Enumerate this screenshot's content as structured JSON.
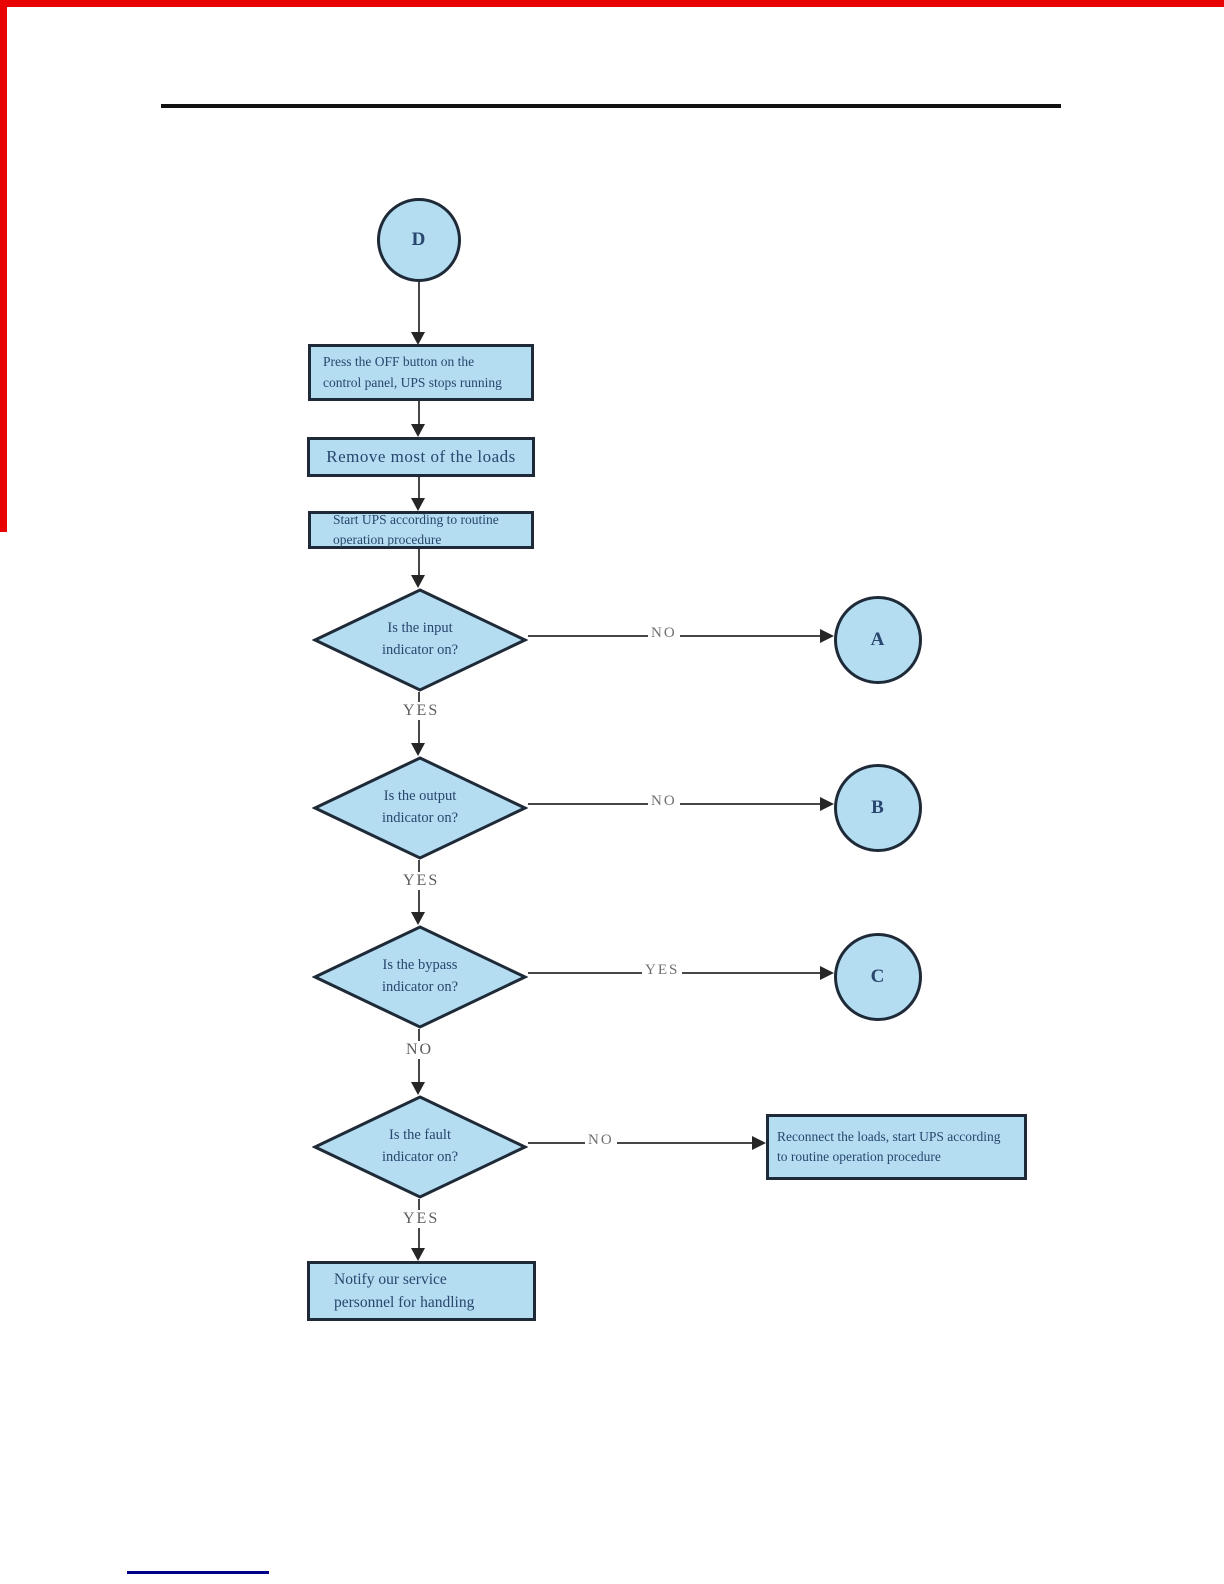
{
  "diagram": {
    "connector_d": {
      "label": "D"
    },
    "connector_a": {
      "label": "A"
    },
    "connector_b": {
      "label": "B"
    },
    "connector_c": {
      "label": "C"
    },
    "box_press_off": {
      "line1": "Press the OFF button on the",
      "line2": "control panel, UPS stops running"
    },
    "box_remove_loads": {
      "text": "Remove most of the loads"
    },
    "box_start_ups": {
      "line1": "Start UPS according to routine",
      "line2": "operation procedure"
    },
    "decision_input": {
      "line1": "Is the input",
      "line2": "indicator on?",
      "no_label": "NO",
      "yes_label": "YES"
    },
    "decision_output": {
      "line1": "Is the output",
      "line2": "indicator on?",
      "no_label": "NO",
      "yes_label": "YES"
    },
    "decision_bypass": {
      "line1": "Is the bypass",
      "line2": "indicator on?",
      "yes_label": "YES",
      "no_label": "NO"
    },
    "decision_fault": {
      "line1": "Is the fault",
      "line2": "indicator on?",
      "no_label": "NO",
      "yes_label": "YES"
    },
    "box_reconnect": {
      "line1": "Reconnect the loads, start UPS according",
      "line2": "to routine operation procedure"
    },
    "box_notify": {
      "line1": "Notify our service",
      "line2": "personnel for handling"
    }
  },
  "colors": {
    "shape_fill": "#b4ddf1",
    "shape_border": "#1e2a38",
    "node_text": "#28466e",
    "flow_line": "#474747",
    "edge_label": "#6f6f6f",
    "page_edge_marker": "#e90202",
    "header_rule": "#111111",
    "footnote_rule": "#00008b"
  }
}
